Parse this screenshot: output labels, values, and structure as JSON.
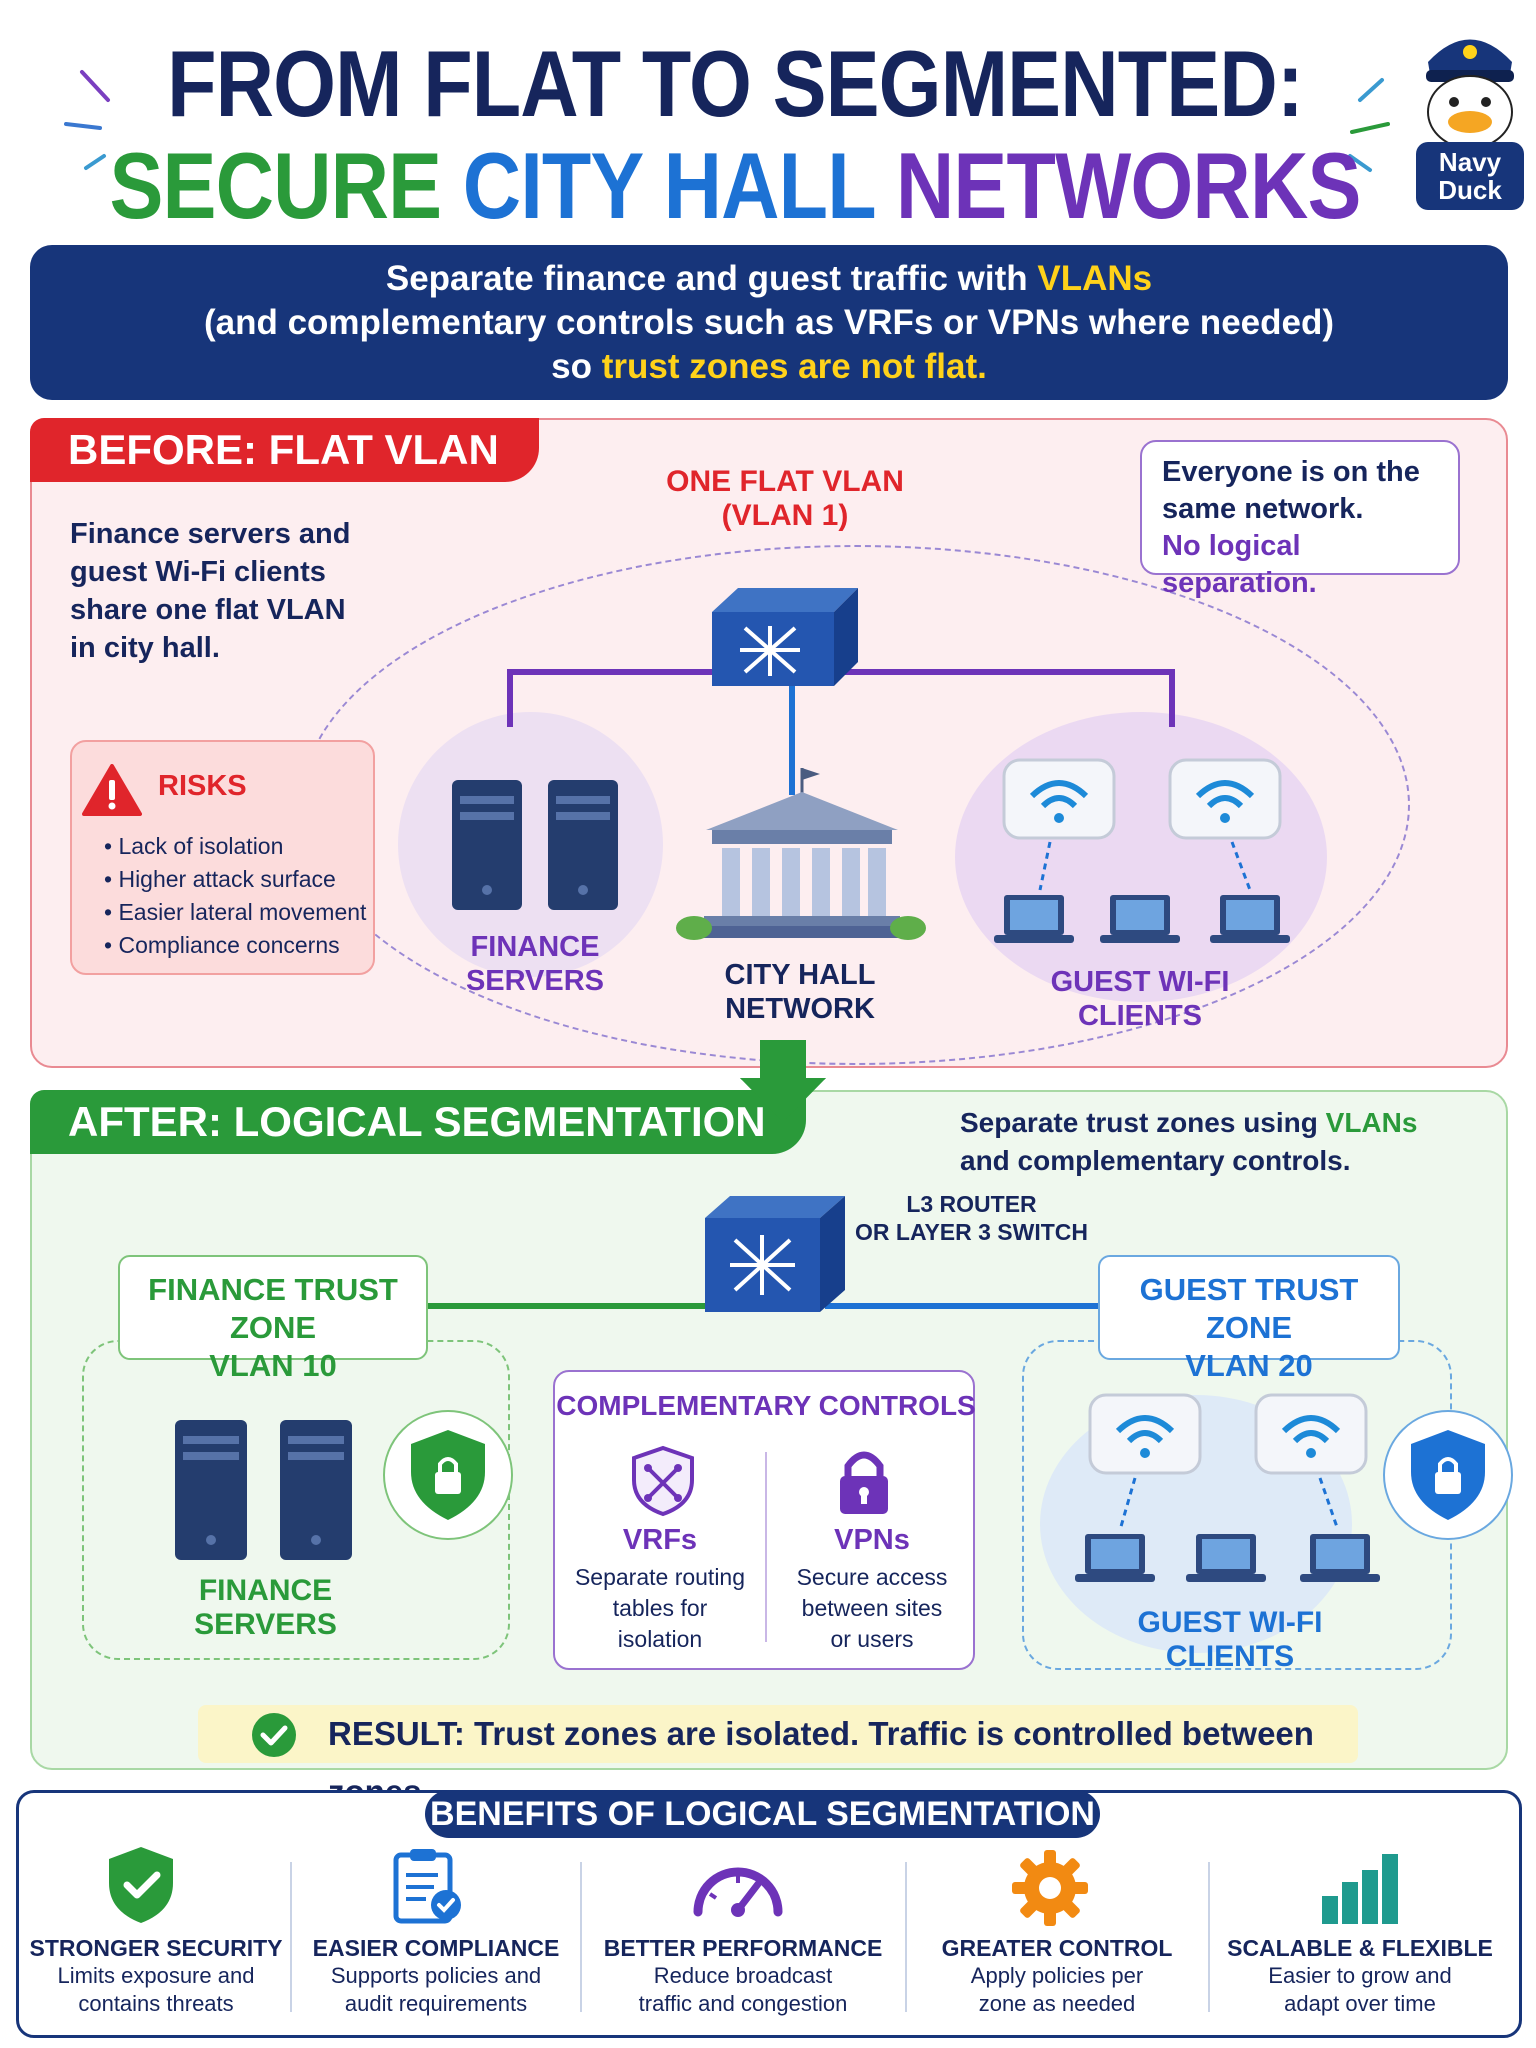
{
  "header": {
    "title_line1": "FROM FLAT TO SEGMENTED:",
    "title_line2_a": "SECURE",
    "title_line2_b": "CITY HALL",
    "title_line2_c": "NETWORKS",
    "mascot_label": "Navy Duck"
  },
  "banner": {
    "line1_a": "Separate finance and guest traffic with",
    "line1_b": "VLANs",
    "line2": "(and complementary controls such as VRFs or VPNs where needed)",
    "line3_a": "so",
    "line3_b": "trust zones are not flat."
  },
  "before": {
    "tag": "BEFORE: FLAT VLAN",
    "vlan_label_1": "ONE FLAT VLAN",
    "vlan_label_2": "(VLAN 1)",
    "desc_lines": [
      "Finance servers and",
      "guest Wi-Fi clients",
      "share one flat VLAN",
      "in city hall."
    ],
    "callout_1": "Everyone is on the",
    "callout_2": "same network.",
    "callout_3": "No logical separation.",
    "risks_title": "RISKS",
    "risks": [
      "Lack of isolation",
      "Higher attack surface",
      "Easier lateral movement",
      "Compliance concerns"
    ],
    "finance_1": "FINANCE",
    "finance_2": "SERVERS",
    "cityhall_1": "CITY HALL",
    "cityhall_2": "NETWORK",
    "guest_1": "GUEST WI-FI",
    "guest_2": "CLIENTS"
  },
  "after": {
    "tag": "AFTER: LOGICAL SEGMENTATION",
    "desc_a": "Separate trust zones using",
    "desc_b": "VLANs",
    "desc_c": "and complementary controls.",
    "router_1": "L3 ROUTER",
    "router_2": "OR LAYER 3 SWITCH",
    "finance_zone_1": "FINANCE TRUST ZONE",
    "finance_zone_2": "VLAN 10",
    "guest_zone_1": "GUEST TRUST ZONE",
    "guest_zone_2": "VLAN 20",
    "finance_1": "FINANCE",
    "finance_2": "SERVERS",
    "guest_1": "GUEST WI-FI",
    "guest_2": "CLIENTS",
    "controls_title": "COMPLEMENTARY CONTROLS",
    "vrf_title": "VRFs",
    "vrf_desc": [
      "Separate routing",
      "tables for",
      "isolation"
    ],
    "vpn_title": "VPNs",
    "vpn_desc": [
      "Secure access",
      "between sites",
      "or users"
    ],
    "result": "RESULT: Trust zones are isolated. Traffic is controlled between zones."
  },
  "benefits": {
    "title": "BENEFITS OF LOGICAL SEGMENTATION",
    "items": [
      {
        "title": "STRONGER SECURITY",
        "desc1": "Limits exposure and",
        "desc2": "contains threats"
      },
      {
        "title": "EASIER COMPLIANCE",
        "desc1": "Supports policies and",
        "desc2": "audit requirements"
      },
      {
        "title": "BETTER PERFORMANCE",
        "desc1": "Reduce broadcast",
        "desc2": "traffic and congestion"
      },
      {
        "title": "GREATER CONTROL",
        "desc1": "Apply policies per",
        "desc2": "zone as needed"
      },
      {
        "title": "SCALABLE & FLEXIBLE",
        "desc1": "Easier to grow and",
        "desc2": "adapt over time"
      }
    ]
  },
  "colors": {
    "navy": "#16255c",
    "banner": "#17357a",
    "red": "#e0252b",
    "green": "#2a9a3a",
    "blue": "#1d72d4",
    "purple": "#6d33b8",
    "yellow": "#ffd21a"
  }
}
